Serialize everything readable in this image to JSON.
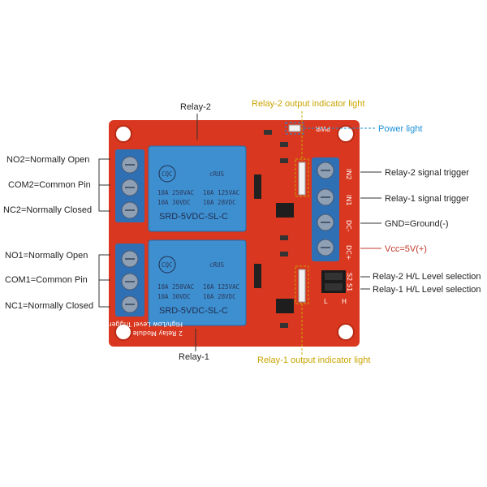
{
  "labels": {
    "relay2": "Relay-2",
    "relay1": "Relay-1",
    "relay2_indicator": "Relay-2 output indicator light",
    "relay1_indicator": "Relay-1 output indicator light",
    "power_light": "Power light",
    "no2": "NO2=Normally Open",
    "com2": "COM2=Common Pin",
    "nc2": "NC2=Normally Closed",
    "no1": "NO1=Normally Open",
    "com1": "COM1=Common Pin",
    "nc1": "NC1=Normally Closed",
    "relay2_trigger": "Relay-2 signal trigger",
    "relay1_trigger": "Relay-1 signal trigger",
    "gnd": "GND=Ground(-)",
    "vcc": "Vcc=5V(+)",
    "relay2_hl": "Relay-2 H/L Level selection",
    "relay1_hl": "Relay-1 H/L Level selection"
  },
  "board": {
    "relay_line1": "10A 250VAC",
    "relay_line2": "10A 30VDC",
    "relay_line3": "10A 125VAC",
    "relay_line4": "10A 28VDC",
    "relay_model": "SRD-5VDC-SL-C",
    "relay_brand": "CQC",
    "relay_ul": "cRUS",
    "pin_in2": "IN2",
    "pin_in1": "IN1",
    "pin_dcm": "DC-",
    "pin_dcp": "DC+",
    "pin_s2": "S2",
    "pin_s1": "S1",
    "pin_l": "L",
    "pin_h": "H",
    "pwr": "PWR",
    "silk_bottom1": "2 Relay Module",
    "silk_bottom2": "High/Low Level Trigger"
  },
  "colors": {
    "pcb": "#d9371f",
    "relay": "#3e8fd0",
    "terminal": "#2f6fb4",
    "gold": "#c9a400",
    "blue_label": "#1a8fd8",
    "red_label": "#c0392b"
  }
}
